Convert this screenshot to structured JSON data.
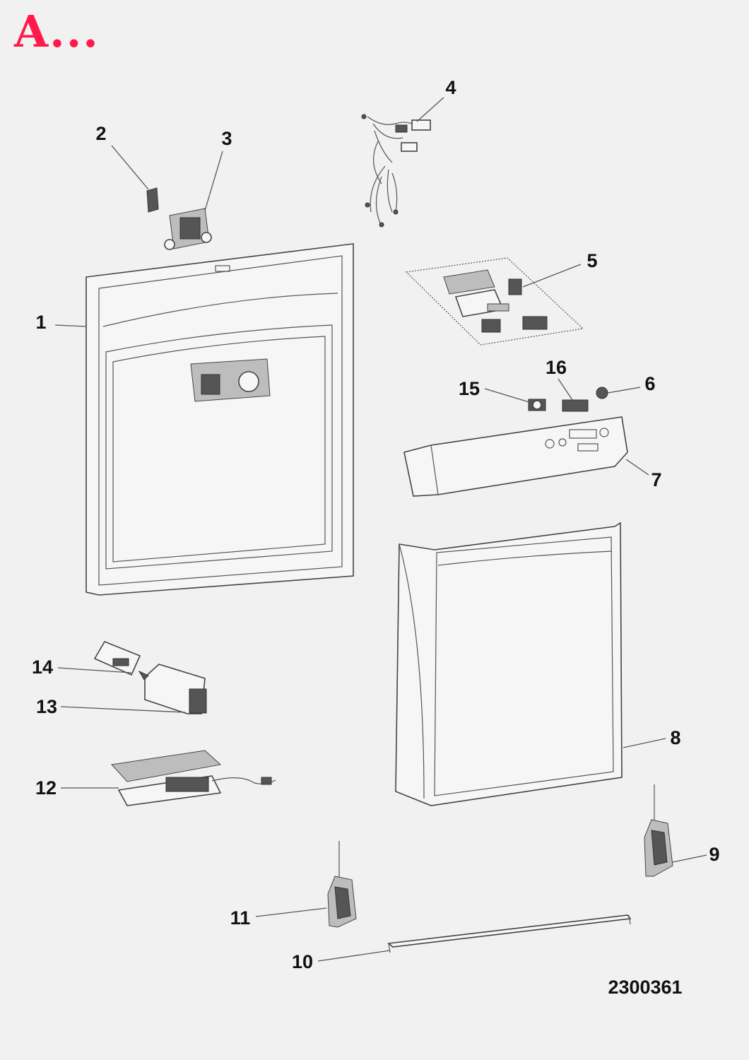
{
  "brand": {
    "text": "A...",
    "color": "#ff1a4b"
  },
  "drawing_number": "2300361",
  "callouts": [
    "1",
    "2",
    "3",
    "4",
    "5",
    "6",
    "7",
    "8",
    "9",
    "10",
    "11",
    "12",
    "13",
    "14",
    "15",
    "16"
  ]
}
